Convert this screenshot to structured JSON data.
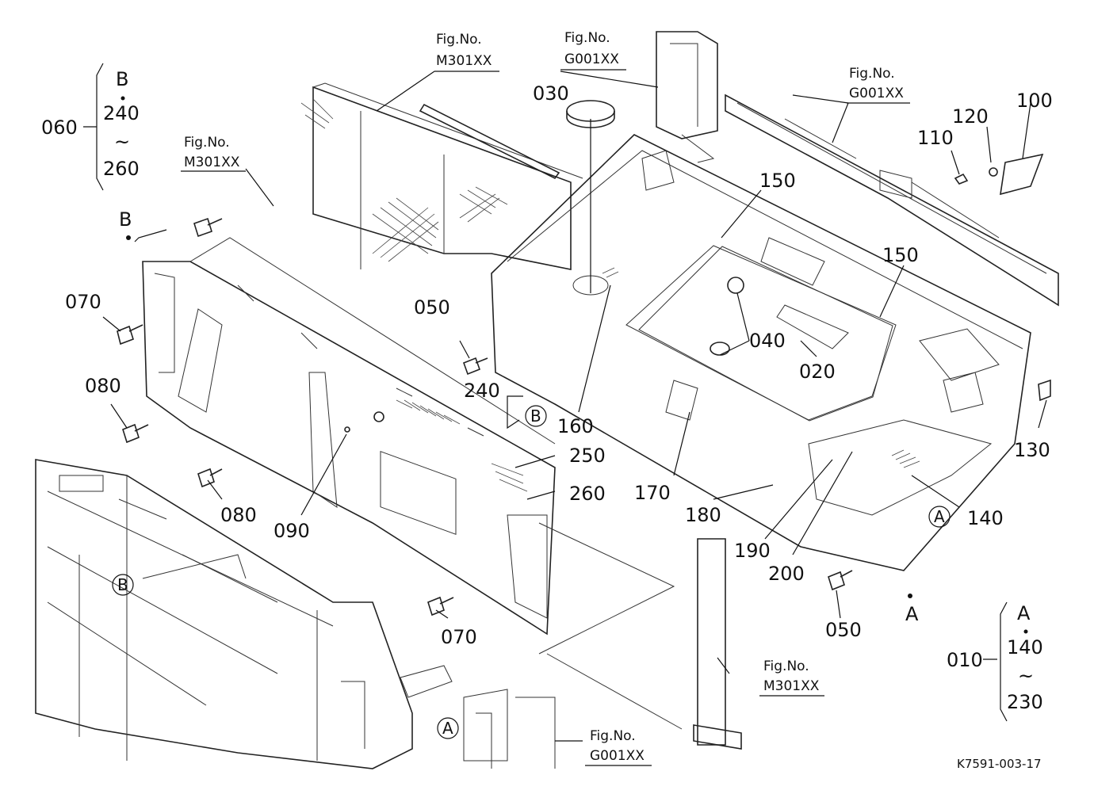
{
  "diagram": {
    "code": "K7591-003-17",
    "part_numbers": [
      "010",
      "020",
      "030",
      "040",
      "050",
      "060",
      "070",
      "080",
      "090",
      "100",
      "110",
      "120",
      "130",
      "140",
      "150",
      "160",
      "170",
      "180",
      "190",
      "200",
      "240",
      "250",
      "260"
    ],
    "fig_refs": [
      {
        "label": "Fig.No.",
        "value": "M301XX"
      },
      {
        "label": "Fig.No.",
        "value": "G001XX"
      },
      {
        "label": "Fig.No.",
        "value": "G001XX"
      },
      {
        "label": "Fig.No.",
        "value": "M301XX"
      },
      {
        "label": "Fig.No.",
        "value": "M301XX"
      },
      {
        "label": "Fig.No.",
        "value": "G001XX"
      }
    ],
    "group_b": {
      "number": "060",
      "letter": "B",
      "from": "240",
      "sep": "~",
      "to": "260"
    },
    "group_a": {
      "number": "010",
      "letter": "A",
      "from": "140",
      "sep": "~",
      "to": "230"
    },
    "markers": {
      "a": "A",
      "b": "B"
    }
  }
}
